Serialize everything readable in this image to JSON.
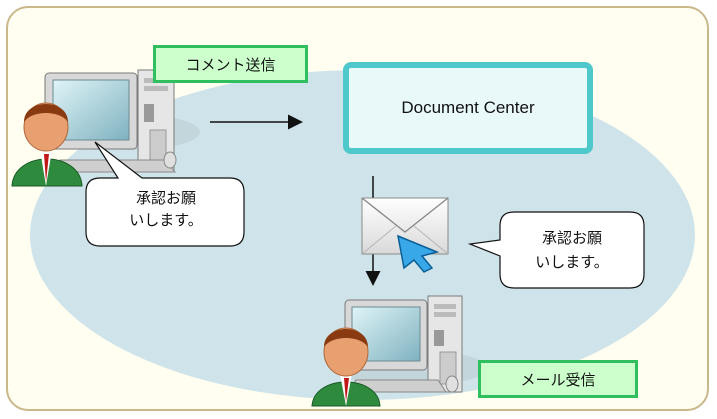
{
  "labels": {
    "send_comment": "コメント送信",
    "document_center": "Document Center",
    "receive_mail": "メール受信"
  },
  "bubbles": {
    "sender_request": [
      "承認お願",
      "いします。"
    ],
    "mail_request": [
      "承認お願",
      "いします。"
    ]
  },
  "icons": {
    "sender": "computer-user-icon",
    "receiver": "computer-user-icon",
    "mail": "envelope-cursor-icon"
  }
}
